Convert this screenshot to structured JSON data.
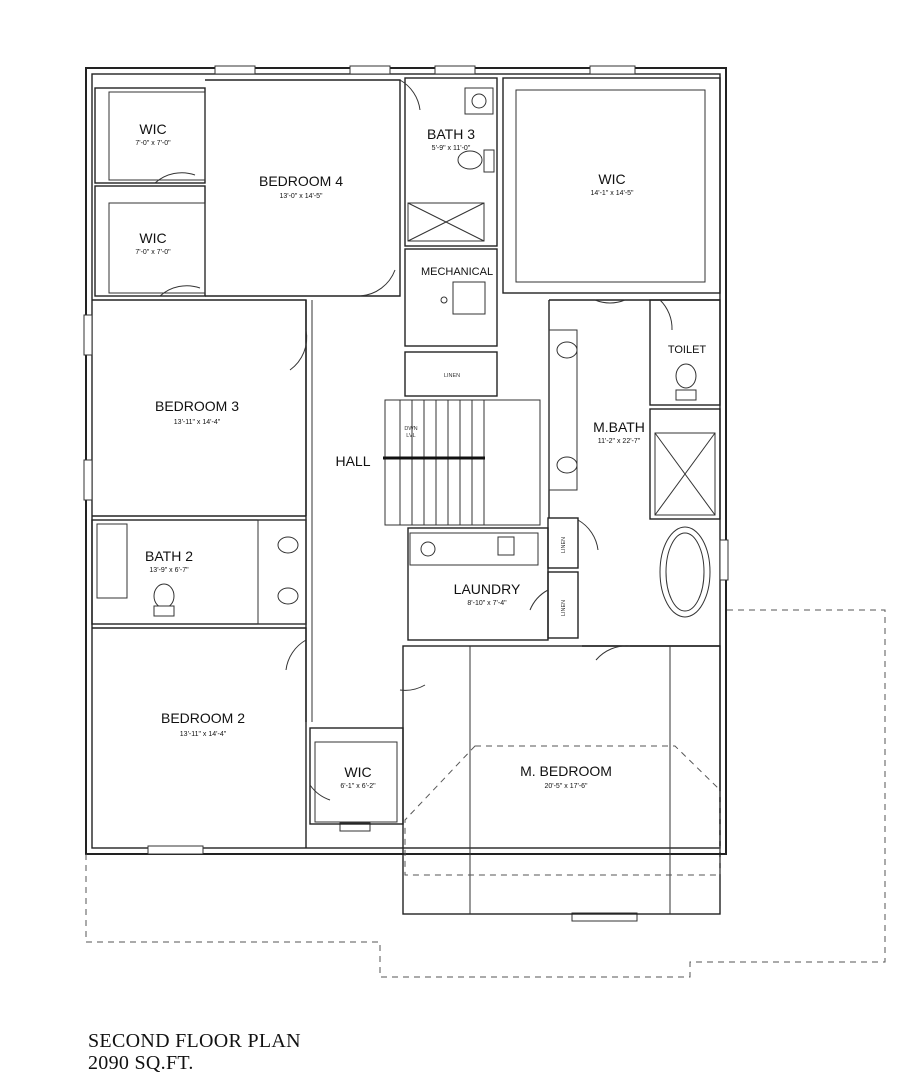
{
  "rooms": {
    "wic1": {
      "name": "WIC",
      "dims": "7'-0\" x 7'-0\""
    },
    "wic2": {
      "name": "WIC",
      "dims": "7'-0\" x 7'-0\""
    },
    "bedroom4": {
      "name": "BEDROOM 4",
      "dims": "13'-0\" x 14'-5\""
    },
    "bath3": {
      "name": "BATH 3",
      "dims": "5'-9\" x 11'-0\""
    },
    "wic_master": {
      "name": "WIC",
      "dims": "14'-1\" x 14'-5\""
    },
    "mechanical": {
      "name": "MECHANICAL"
    },
    "toilet": {
      "name": "TOILET"
    },
    "bedroom3": {
      "name": "BEDROOM 3",
      "dims": "13'-11\" x 14'-4\""
    },
    "hall": {
      "name": "HALL"
    },
    "mbath": {
      "name": "M.BATH",
      "dims": "11'-2\" x 22'-7\""
    },
    "bath2": {
      "name": "BATH 2",
      "dims": "13'-9\" x 6'-7\""
    },
    "laundry": {
      "name": "LAUNDRY",
      "dims": "8'-10\" x 7'-4\""
    },
    "bedroom2": {
      "name": "BEDROOM 2",
      "dims": "13'-11\" x 14'-4\""
    },
    "wic3": {
      "name": "WIC",
      "dims": "6'-1\" x 6'-2\""
    },
    "mbedroom": {
      "name": "M. BEDROOM",
      "dims": "20'-5\" x 17'-6\""
    }
  },
  "labels": {
    "linen1": "LINEN",
    "linen2": "LINEN",
    "linen3": "LINEN",
    "stair_dn": "DWN",
    "stair_lvl": "LVL"
  },
  "caption": {
    "title": "SECOND FLOOR PLAN",
    "area": "2090 SQ.FT."
  }
}
